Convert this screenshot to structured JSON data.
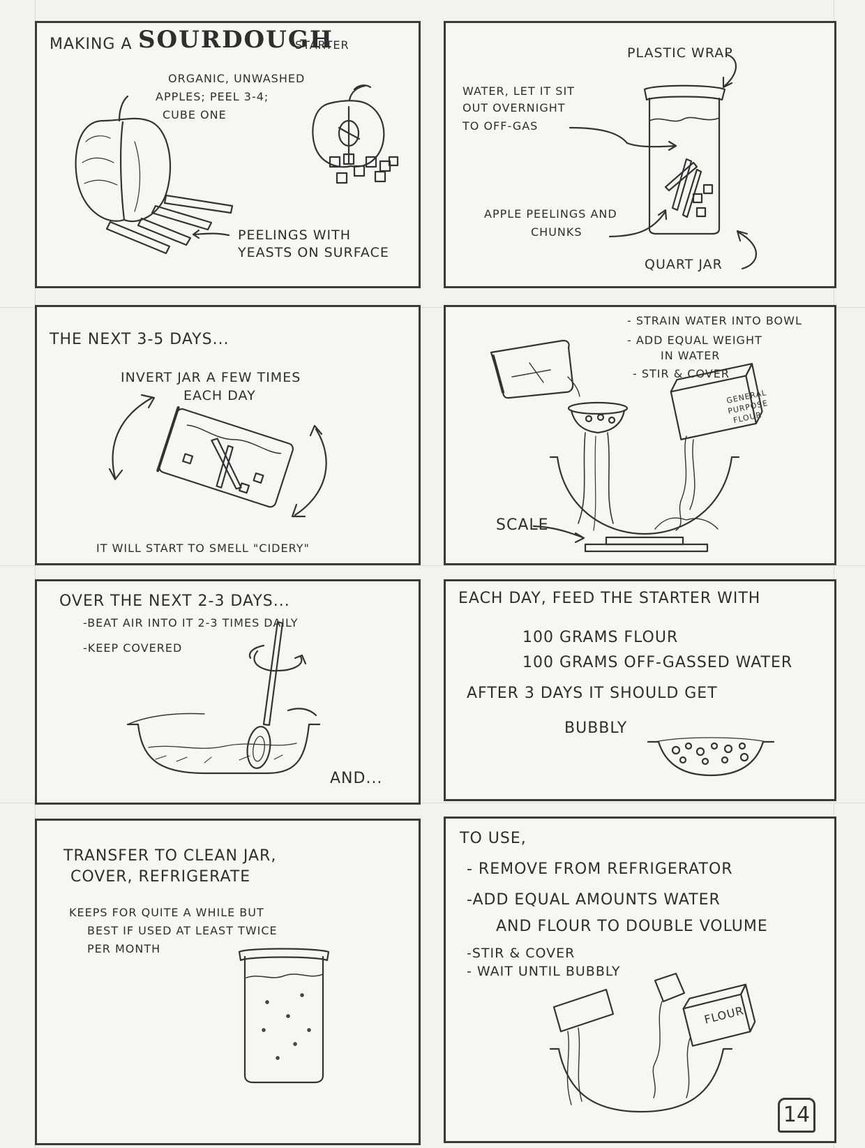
{
  "panel1": {
    "title_pre": "MAKING A",
    "title_big": "SOURDOUGH",
    "title_post": "STARTER",
    "apples_line1": "ORGANIC, UNWASHED",
    "apples_line2": "APPLES; PEEL 3-4;",
    "apples_line3": "CUBE ONE",
    "peel_line1": "PEELINGS WITH",
    "peel_line2": "YEASTS ON SURFACE"
  },
  "panel2": {
    "wrap": "PLASTIC WRAP",
    "water_line1": "WATER, LET IT SIT",
    "water_line2": "OUT OVERNIGHT",
    "water_line3": "TO OFF-GAS",
    "peel_line1": "APPLE PEELINGS AND",
    "peel_line2": "CHUNKS",
    "jar": "QUART JAR"
  },
  "panel3": {
    "heading": "THE NEXT 3-5 DAYS...",
    "invert_line1": "INVERT JAR A FEW TIMES",
    "invert_line2": "EACH DAY",
    "smell": "IT WILL START TO SMELL \"CIDERY\""
  },
  "panel4": {
    "step1": "- STRAIN WATER INTO BOWL",
    "step2": "- ADD EQUAL WEIGHT",
    "step2b": "IN WATER",
    "step3": "- STIR & COVER",
    "bag_line1": "GENERAL",
    "bag_line2": "PURPOSE",
    "bag_line3": "FLOUR",
    "scale": "SCALE"
  },
  "panel5": {
    "heading": "OVER THE NEXT 2-3 DAYS...",
    "step1": "-BEAT AIR INTO IT 2-3 TIMES DAILY",
    "step2": "-KEEP COVERED",
    "and": "AND..."
  },
  "panel6": {
    "heading": "EACH DAY, FEED THE STARTER WITH",
    "line1": "100 GRAMS FLOUR",
    "line2": "100 GRAMS OFF-GASSED WATER",
    "line3": "AFTER 3 DAYS IT SHOULD GET",
    "line4": "BUBBLY"
  },
  "panel7": {
    "line1": "TRANSFER TO CLEAN JAR,",
    "line2": "COVER, REFRIGERATE",
    "keep1": "KEEPS FOR QUITE A WHILE BUT",
    "keep2": "BEST IF USED AT LEAST TWICE",
    "keep3": "PER MONTH"
  },
  "panel8": {
    "heading": "TO USE,",
    "step1": "- REMOVE FROM REFRIGERATOR",
    "step2": "-ADD EQUAL AMOUNTS WATER",
    "step2b": "AND FLOUR TO DOUBLE VOLUME",
    "step3": "-STIR & COVER",
    "step4": "- WAIT UNTIL BUBBLY",
    "flour": "FLOUR",
    "page_number": "14"
  }
}
